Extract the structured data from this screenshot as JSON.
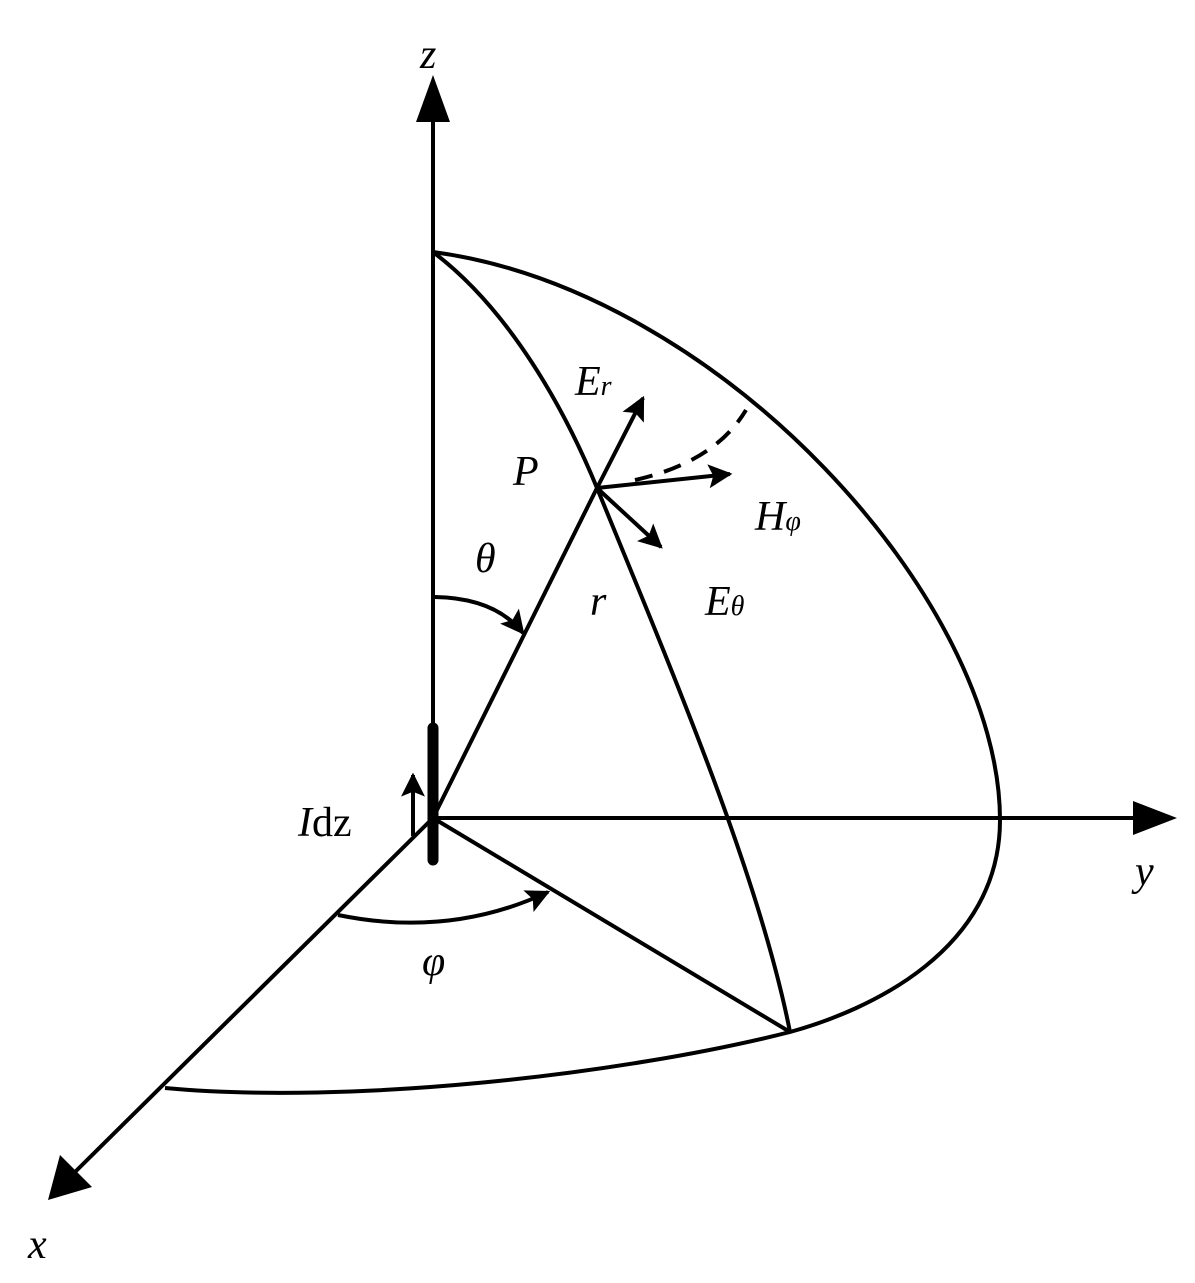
{
  "labels": {
    "z_axis": "z",
    "y_axis": "y",
    "x_axis": "x",
    "point": "P",
    "radius": "r",
    "theta": "θ",
    "phi": "φ",
    "E_r": {
      "main": "E",
      "sub": "r"
    },
    "H_phi": {
      "main": "H",
      "sub": "φ"
    },
    "E_theta": {
      "main": "E",
      "sub": "θ"
    },
    "current_element": {
      "I": "I",
      "dz": "dz"
    }
  },
  "colors": {
    "stroke": "#000000",
    "background": "#ffffff"
  }
}
